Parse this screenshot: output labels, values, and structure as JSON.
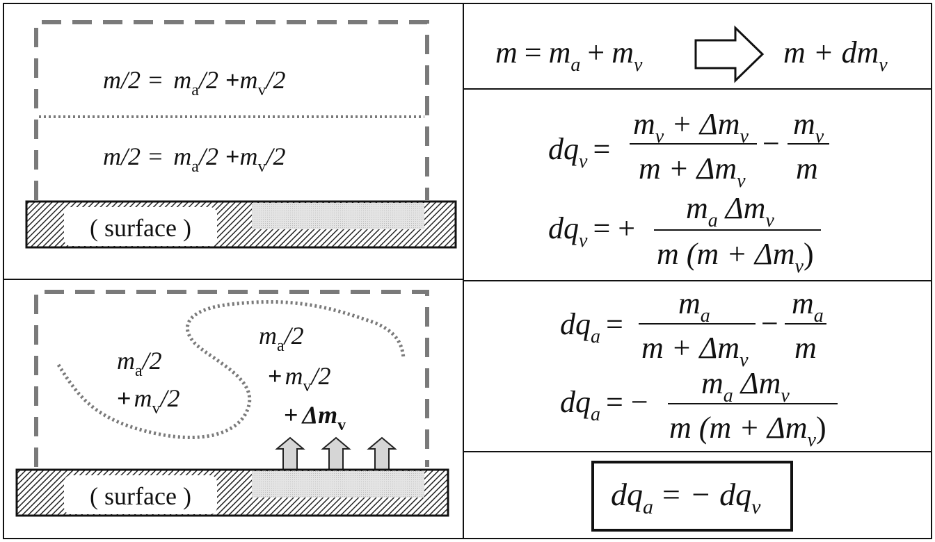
{
  "left_panel": {
    "top": {
      "upper_label": {
        "lhs": "m/2 =",
        "ma": "m",
        "ma_sub": "a",
        "ma_den": "/2",
        "plus": "+",
        "mv": "m",
        "mv_sub": "v",
        "mv_den": "/2"
      },
      "lower_label": {
        "lhs": "m/2 =",
        "ma": "m",
        "ma_sub": "a",
        "ma_den": "/2",
        "plus": "+",
        "mv": "m",
        "mv_sub": "v",
        "mv_den": "/2"
      },
      "surface_label": "( surface )"
    },
    "bottom": {
      "left_region": {
        "ma": "m",
        "ma_sub": "a",
        "ma_den": "/2",
        "plus": "+",
        "mv": "m",
        "mv_sub": "v",
        "mv_den": "/2"
      },
      "right_region": {
        "ma": "m",
        "ma_sub": "a",
        "ma_den": "/2",
        "plus": "+",
        "mv": "m",
        "mv_sub": "v",
        "mv_den": "/2",
        "dplus": "+",
        "dm": "Δm",
        "dm_sub": "v"
      },
      "surface_label": "( surface )"
    }
  },
  "right_panel": {
    "row1": {
      "m": "m",
      "eq": "=",
      "ma": "m",
      "a": "a",
      "plus": "+",
      "mv": "m",
      "v": "v",
      "result": "m + dm",
      "result_sub": "v"
    },
    "row2": {
      "eq1": {
        "lhs": "dq",
        "lhs_sub": "v",
        "eq": "=",
        "num1": "m",
        "num1_sub": "v",
        "num1_rest": " + Δm",
        "num1_rest_sub": "v",
        "den1": "m + Δm",
        "den1_sub": "v",
        "minus": "−",
        "num2": "m",
        "num2_sub": "v",
        "den2": "m"
      },
      "eq2": {
        "lhs": "dq",
        "lhs_sub": "v",
        "eq": "= +",
        "num": "m",
        "num_sub": "a",
        "num_rest": " Δm",
        "num_rest_sub": "v",
        "den": "m (m + Δm",
        "den_sub": "v",
        "den_close": ")"
      }
    },
    "row3": {
      "eq1": {
        "lhs": "dq",
        "lhs_sub": "a",
        "eq": "=",
        "num1": "m",
        "num1_sub": "a",
        "den1": "m + Δm",
        "den1_sub": "v",
        "minus": "−",
        "num2": "m",
        "num2_sub": "a",
        "den2": "m"
      },
      "eq2": {
        "lhs": "dq",
        "lhs_sub": "a",
        "eq": "= −",
        "num": "m",
        "num_sub": "a",
        "num_rest": " Δm",
        "num_rest_sub": "v",
        "den": "m (m + Δm",
        "den_sub": "v",
        "den_close": ")"
      }
    },
    "row4": {
      "lhs": "dq",
      "lhs_sub": "a",
      "eq": "= − dq",
      "rhs_sub": "v"
    }
  },
  "colors": {
    "dash_gray": "#7a7a7a",
    "surface_fill": "#dadada",
    "line": "#111111"
  }
}
